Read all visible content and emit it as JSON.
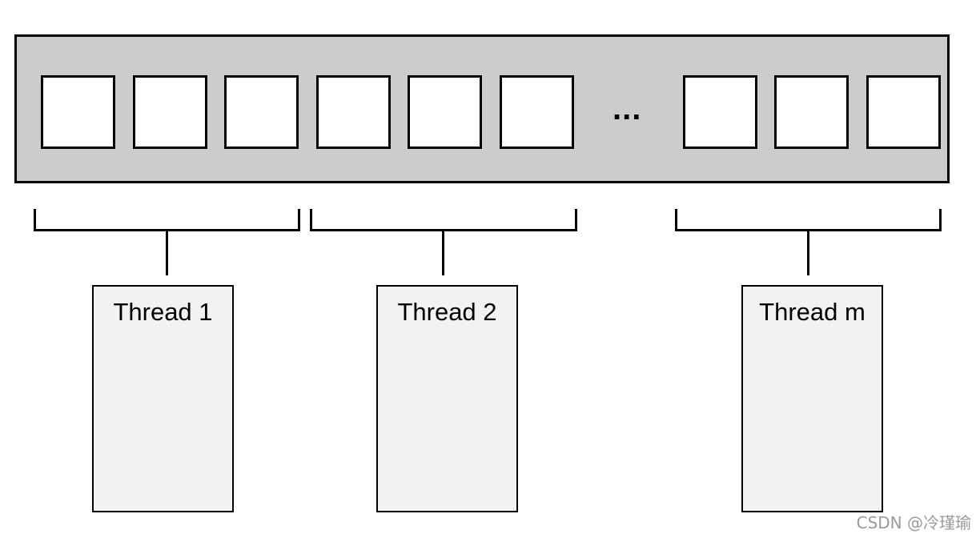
{
  "diagram": {
    "cell_count_left": 6,
    "ellipsis": "...",
    "cell_count_right": 3,
    "threads": [
      {
        "label": "Thread 1"
      },
      {
        "label": "Thread 2"
      },
      {
        "label": "Thread m"
      }
    ]
  },
  "colors": {
    "array_fill": "#cccccc",
    "cell_fill": "#ffffff",
    "thread_fill": "#f2f2f2",
    "stroke": "#000000"
  },
  "watermark": "CSDN @冷瑾瑜"
}
